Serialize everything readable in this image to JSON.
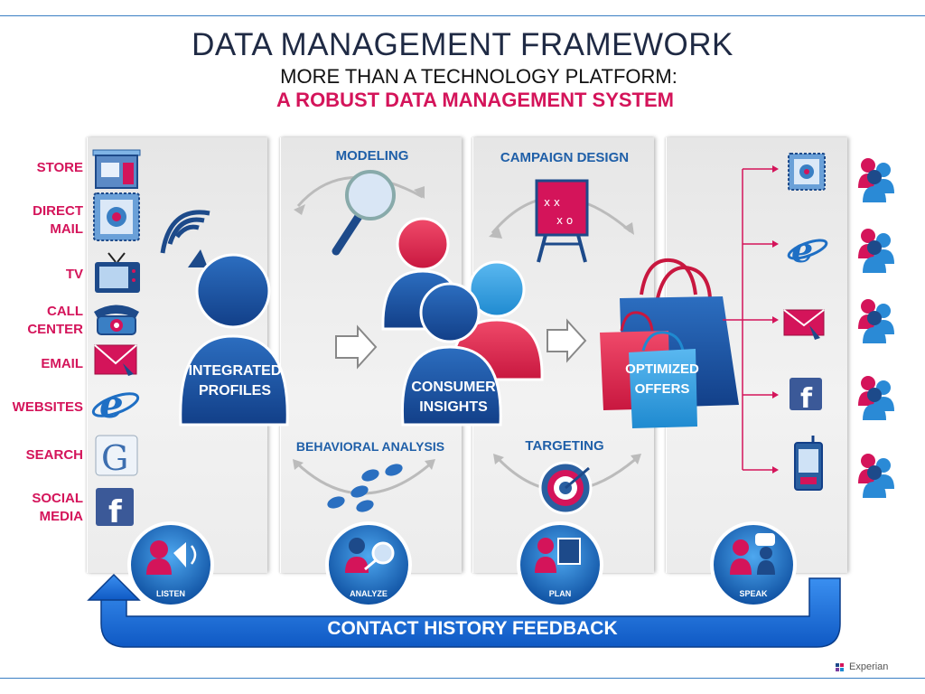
{
  "title": "DATA MANAGEMENT FRAMEWORK",
  "subtitle1": "MORE THAN A TECHNOLOGY PLATFORM:",
  "subtitle2": "A ROBUST DATA MANAGEMENT SYSTEM",
  "channels": [
    {
      "label": "STORE",
      "icon": "store-icon"
    },
    {
      "label": "DIRECT MAIL",
      "icon": "stamp-icon"
    },
    {
      "label": "TV",
      "icon": "tv-icon"
    },
    {
      "label": "CALL CENTER",
      "icon": "telephone-icon"
    },
    {
      "label": "EMAIL",
      "icon": "envelope-icon"
    },
    {
      "label": "WEBSITES",
      "icon": "browser-e-icon"
    },
    {
      "label": "SEARCH",
      "icon": "google-g-icon"
    },
    {
      "label": "SOCIAL MEDIA",
      "icon": "facebook-icon"
    }
  ],
  "profiles_label": "INTEGRATED PROFILES",
  "insights_label": "CONSUMER INSIGHTS",
  "offers_label": "OPTIMIZED OFFERS",
  "modeling_label": "MODELING",
  "campaign_label": "CAMPAIGN DESIGN",
  "behavioral_label": "BEHAVIORAL ANALYSIS",
  "targeting_label": "TARGETING",
  "stages": [
    "LISTEN",
    "ANALYZE",
    "PLAN",
    "SPEAK"
  ],
  "feedback_label": "CONTACT HISTORY FEEDBACK",
  "brand": "Experian",
  "colors": {
    "accent_pink": "#d4145a",
    "accent_blue": "#1f5fa8",
    "rule": "#3a7fc4",
    "feedback_blue": "#1a6fd4"
  }
}
